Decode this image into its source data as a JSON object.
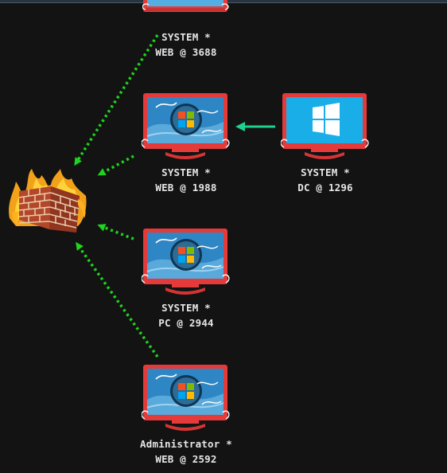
{
  "graph": {
    "nodes": [
      {
        "id": "web-3688",
        "user": "SYSTEM *",
        "host": "WEB @ 3688",
        "os_icon": "windows-7-monitor-icon",
        "partially_visible": true
      },
      {
        "id": "web-1988",
        "user": "SYSTEM *",
        "host": "WEB @ 1988",
        "os_icon": "windows-7-monitor-icon"
      },
      {
        "id": "dc-1296",
        "user": "SYSTEM *",
        "host": "DC @ 1296",
        "os_icon": "windows-8-monitor-icon"
      },
      {
        "id": "pc-2944",
        "user": "SYSTEM *",
        "host": "PC @ 2944",
        "os_icon": "windows-7-monitor-icon"
      },
      {
        "id": "web-2592",
        "user": "Administrator *",
        "host": "WEB @ 2592",
        "os_icon": "windows-7-monitor-icon"
      }
    ],
    "firewall": {
      "icon": "burning-firewall-icon"
    },
    "edges": [
      {
        "from": "web-3688",
        "to": "firewall",
        "style": "dotted",
        "color": "#1fd31f"
      },
      {
        "from": "web-1988",
        "to": "firewall",
        "style": "dotted",
        "color": "#1fd31f"
      },
      {
        "from": "pc-2944",
        "to": "firewall",
        "style": "dotted",
        "color": "#1fd31f"
      },
      {
        "from": "web-2592",
        "to": "firewall",
        "style": "dotted",
        "color": "#1fd31f"
      },
      {
        "from": "dc-1296",
        "to": "web-1988",
        "style": "solid",
        "color": "#1fd18f"
      }
    ]
  },
  "colors": {
    "background": "#131313",
    "pivot_arrow": "#1fd31f",
    "link_arrow": "#1fd18f",
    "label_text": "#e6e6e6",
    "monitor_frame": "#e53a3a"
  }
}
